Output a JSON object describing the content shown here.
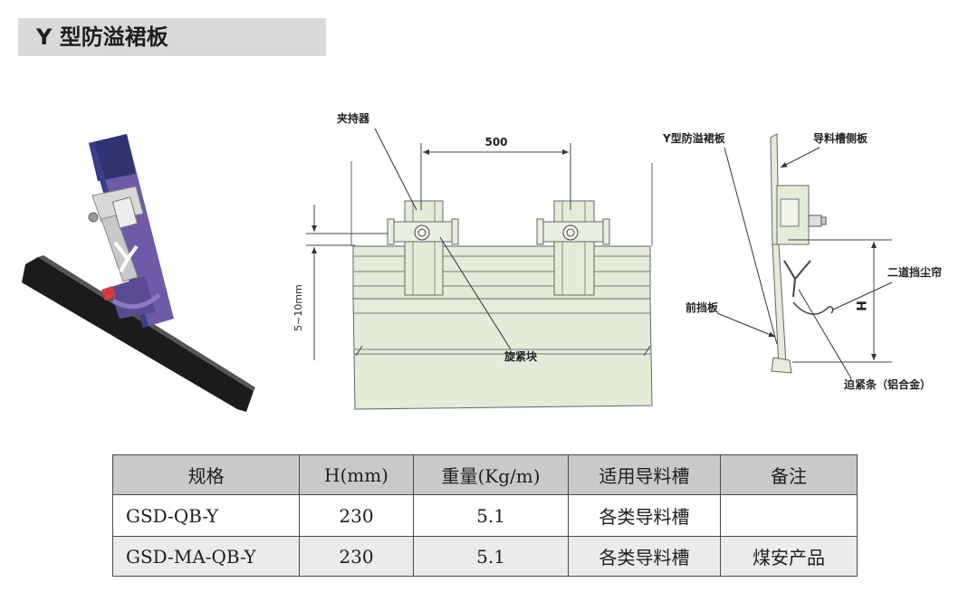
{
  "title": "Y 型防溢裙板",
  "diagram_middle": {
    "label_clamp": "夹持器",
    "dimension_width": "500",
    "dimension_gap": "5~10mm",
    "label_tightener": "旋紧块"
  },
  "diagram_right": {
    "label_skirt": "Y型防溢裙板",
    "label_side_plate": "导料槽侧板",
    "label_curtain": "二道挡尘帘",
    "label_height": "H",
    "label_front": "前挡板",
    "label_strip": "迫紧条（铝合金）"
  },
  "table": {
    "headers": [
      "规格",
      "H(mm)",
      "重量(Kg/m)",
      "适用导料槽",
      "备注"
    ],
    "rows": [
      [
        "GSD-QB-Y",
        "230",
        "5.1",
        "各类导料槽",
        ""
      ],
      [
        "GSD-MA-QB-Y",
        "230",
        "5.1",
        "各类导料槽",
        "煤安产品"
      ]
    ]
  },
  "colors": {
    "title_bar": "#d9d9d9",
    "table_header": "#c9c9c9",
    "table_alt_row": "#ebebeb",
    "plate_green": "#e2ecd6",
    "skirt_black": "#1b1b1b",
    "plate_purple": "#6e5aa6"
  }
}
